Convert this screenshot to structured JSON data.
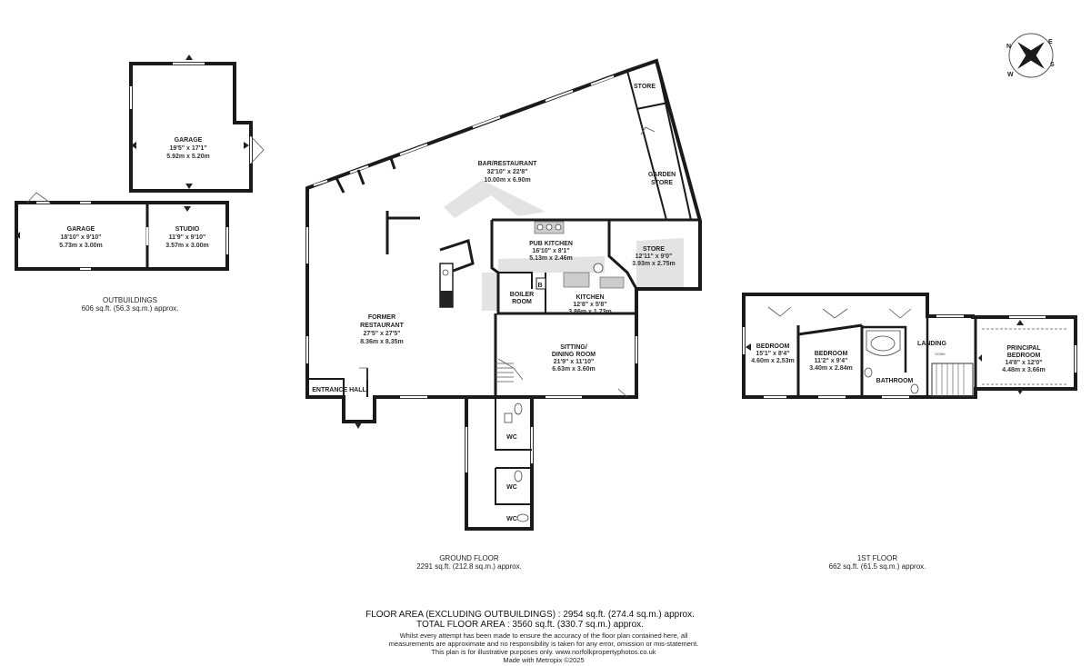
{
  "compass": {
    "n": "N",
    "e": "E",
    "s": "S",
    "w": "W"
  },
  "rooms": {
    "garage_top": {
      "name": "GARAGE",
      "imperial": "19'5\" x 17'1\"",
      "metric": "5.92m x 5.20m"
    },
    "garage_left": {
      "name": "GARAGE",
      "imperial": "18'10\" x 9'10\"",
      "metric": "5.73m x 3.00m"
    },
    "studio": {
      "name": "STUDIO",
      "imperial": "11'9\" x 9'10\"",
      "metric": "3.57m x 3.00m"
    },
    "bar_restaurant": {
      "name": "BAR/RESTAURANT",
      "imperial": "32'10\" x 22'8\"",
      "metric": "10.00m x 6.90m"
    },
    "store_top": {
      "name": "STORE"
    },
    "garden_store": {
      "line1": "GARDEN",
      "line2": "STORE"
    },
    "pub_kitchen": {
      "name": "PUB KITCHEN",
      "imperial": "16'10\" x 8'1\"",
      "metric": "5.13m x 2.46m"
    },
    "store_mid": {
      "name": "STORE",
      "imperial": "12'11\" x 9'0\"",
      "metric": "3.93m x 2.75m"
    },
    "boiler_room": {
      "line1": "BOILER",
      "line2": "ROOM",
      "symbol": "B"
    },
    "kitchen": {
      "name": "KITCHEN",
      "imperial": "12'8\" x 5'8\"",
      "metric": "3.86m x 1.73m"
    },
    "former_restaurant": {
      "line1": "FORMER",
      "line2": "RESTAURANT",
      "imperial": "27'5\" x 27'5\"",
      "metric": "8.36m x 8.35m"
    },
    "entrance_hall": {
      "name": "ENTRANCE HALL"
    },
    "sitting_dining": {
      "line1": "SITTING/",
      "line2": "DINING ROOM",
      "imperial": "21'9\" x 11'10\"",
      "metric": "6.63m x 3.60m"
    },
    "wc1": {
      "name": "WC"
    },
    "wc2": {
      "name": "WC"
    },
    "wc3": {
      "name": "WC"
    },
    "bedroom1": {
      "name": "BEDROOM",
      "imperial": "15'1\" x 8'4\"",
      "metric": "4.60m x 2.53m"
    },
    "bedroom2": {
      "name": "BEDROOM",
      "imperial": "11'2\" x 9'4\"",
      "metric": "3.40m x 2.84m"
    },
    "bathroom": {
      "name": "BATHROOM"
    },
    "landing": {
      "name": "LANDING",
      "stair_note": "DOWN"
    },
    "principal_bedroom": {
      "line1": "PRINCIPAL",
      "line2": "BEDROOM",
      "imperial": "14'8\" x 12'0\"",
      "metric": "4.48m x 3.66m"
    }
  },
  "sections": {
    "outbuildings": {
      "title": "OUTBUILDINGS",
      "area": "606 sq.ft. (56.3 sq.m.) approx."
    },
    "ground_floor": {
      "title": "GROUND FLOOR",
      "area": "2291 sq.ft. (212.8 sq.m.) approx."
    },
    "first_floor": {
      "title": "1ST FLOOR",
      "area": "662 sq.ft. (61.5 sq.m.) approx."
    }
  },
  "footer": {
    "line1": "FLOOR AREA (EXCLUDING OUTBUILDINGS) : 2954 sq.ft. (274.4 sq.m.) approx.",
    "line2": "TOTAL FLOOR AREA : 3560 sq.ft. (330.7 sq.m.) approx.",
    "disclaimer1": "Whilst every attempt has been made to ensure the accuracy of the floor plan contained here, all",
    "disclaimer2": "measurements are approximate and no responsibility is taken for any error, omission or mis-statement.",
    "disclaimer3": "This plan is for illustrative purposes only. www.norfolkpropertyphotos.co.uk",
    "disclaimer4": "Made with Metropix ©2025"
  }
}
